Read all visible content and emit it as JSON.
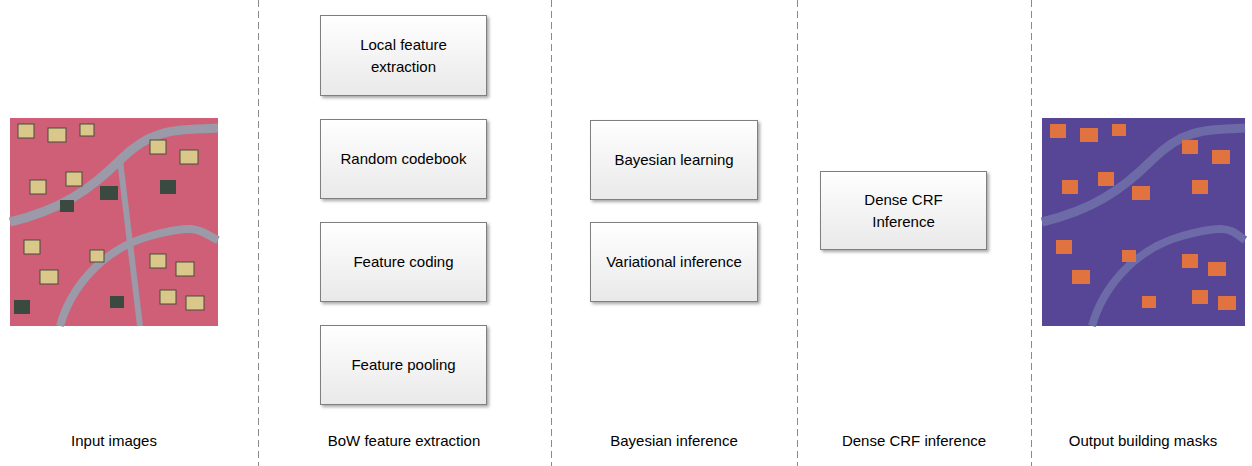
{
  "diagram": {
    "nodes": [
      {
        "text": [
          "Local feature extraction"
        ]
      },
      {
        "text": [
          "Random codebook"
        ]
      },
      {
        "text": [
          "Feature coding"
        ]
      },
      {
        "text": [
          "Feature pooling"
        ]
      },
      {
        "text": [
          "Bayesian learning"
        ]
      },
      {
        "text": [
          "Variational inference"
        ]
      },
      {
        "text": [
          "Dense CRF Inference"
        ]
      }
    ],
    "labels": [
      "Input images",
      "BoW feature extraction",
      "Bayesian inference",
      "Dense CRF inference",
      "Output building masks"
    ]
  }
}
